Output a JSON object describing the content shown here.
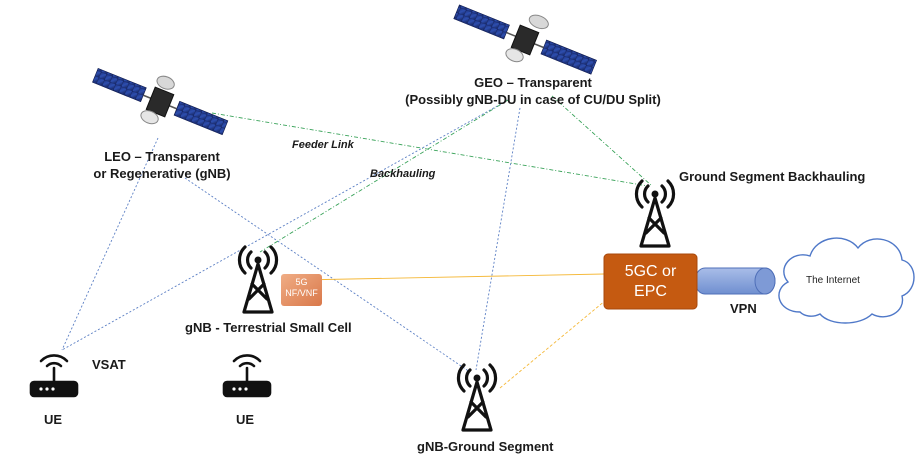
{
  "labels": {
    "leo_line1": "LEO – Transparent",
    "leo_line2": "or Regenerative (gNB)",
    "geo_line1": "GEO – Transparent",
    "geo_line2": "(Possibly gNB-DU in case of CU/DU Split)",
    "feeder_link": "Feeder Link",
    "backhauling": "Backhauling",
    "ground_segment_backhauling": "Ground Segment Backhauling",
    "small_cell": "gNB - Terrestrial Small Cell",
    "ground_segment": "gNB-Ground Segment",
    "vsat": "VSAT",
    "ue_left": "UE",
    "ue_mid": "UE",
    "vpn": "VPN",
    "internet": "The Internet"
  },
  "nfv_box": {
    "line1": "5G",
    "line2": "NF/VNF"
  },
  "core_box": {
    "line1": "5GC or",
    "line2": "EPC"
  },
  "colors": {
    "blue_link": "#5b7fc4",
    "green_link": "#3aa35a",
    "orange_link": "#f5b93a",
    "core_fill": "#c55a11",
    "nfv_fill": "#e8956a",
    "vpn_fill": "#8aa4dc",
    "cloud_stroke": "#4f78c8"
  },
  "icons": [
    "satellite-icon",
    "cell-tower-icon",
    "router-icon",
    "cloud-icon",
    "vpn-tunnel-icon"
  ]
}
